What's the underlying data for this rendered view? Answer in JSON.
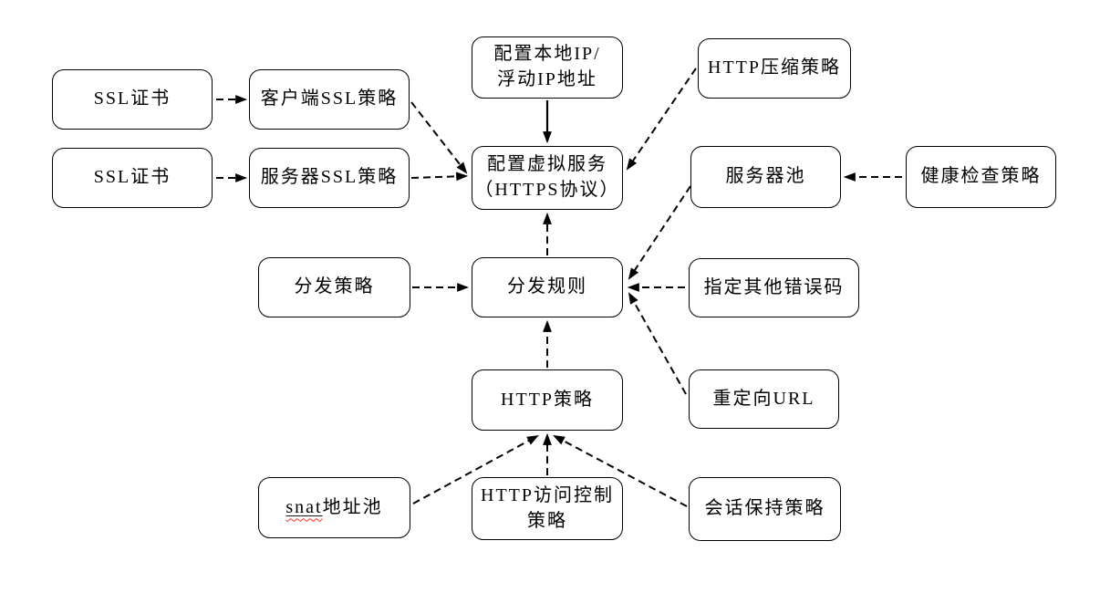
{
  "diagram": {
    "background_color": "#ffffff",
    "line_color": "#000000",
    "spellcheck_underline_color": "#ff3322",
    "nodes": [
      {
        "id": "ssl-cert-1",
        "label": "SSL证书"
      },
      {
        "id": "client-ssl-policy",
        "label": "客户端SSL策略"
      },
      {
        "id": "ssl-cert-2",
        "label": "SSL证书"
      },
      {
        "id": "server-ssl-policy",
        "label": "服务器SSL策略"
      },
      {
        "id": "local-floating-ip",
        "label": "配置本地IP/\n浮动IP地址"
      },
      {
        "id": "virtual-service",
        "label": "配置虚拟服务\n（HTTPS协议）"
      },
      {
        "id": "http-compression-policy",
        "label": "HTTP压缩策略"
      },
      {
        "id": "server-pool",
        "label": "服务器池"
      },
      {
        "id": "health-check-policy",
        "label": "健康检查策略"
      },
      {
        "id": "dispatch-policy",
        "label": "分发策略"
      },
      {
        "id": "dispatch-rule",
        "label": "分发规则"
      },
      {
        "id": "other-error-codes",
        "label": "指定其他错误码"
      },
      {
        "id": "redirect-url",
        "label": "重定向URL"
      },
      {
        "id": "http-policy",
        "label": "HTTP策略"
      },
      {
        "id": "snat-address-pool",
        "label_prefix": "snat",
        "label_suffix": "地址池"
      },
      {
        "id": "http-access-control-policy",
        "label": "HTTP访问控制\n策略"
      },
      {
        "id": "session-persistence-policy",
        "label": "会话保持策略"
      }
    ],
    "edges": [
      {
        "from": "ssl-cert-1",
        "to": "client-ssl-policy",
        "line": "dashed"
      },
      {
        "from": "ssl-cert-2",
        "to": "server-ssl-policy",
        "line": "dashed"
      },
      {
        "from": "client-ssl-policy",
        "to": "virtual-service",
        "line": "dashed"
      },
      {
        "from": "server-ssl-policy",
        "to": "virtual-service",
        "line": "dashed"
      },
      {
        "from": "local-floating-ip",
        "to": "virtual-service",
        "line": "solid"
      },
      {
        "from": "http-compression-policy",
        "to": "virtual-service",
        "line": "dashed"
      },
      {
        "from": "health-check-policy",
        "to": "server-pool",
        "line": "dashed"
      },
      {
        "from": "server-pool",
        "to": "dispatch-rule",
        "line": "dashed"
      },
      {
        "from": "dispatch-policy",
        "to": "dispatch-rule",
        "line": "dashed"
      },
      {
        "from": "other-error-codes",
        "to": "dispatch-rule",
        "line": "dashed"
      },
      {
        "from": "redirect-url",
        "to": "dispatch-rule",
        "line": "dashed"
      },
      {
        "from": "dispatch-rule",
        "to": "virtual-service",
        "line": "dashed"
      },
      {
        "from": "http-policy",
        "to": "dispatch-rule",
        "line": "dashed"
      },
      {
        "from": "snat-address-pool",
        "to": "http-policy",
        "line": "dashed"
      },
      {
        "from": "http-access-control-policy",
        "to": "http-policy",
        "line": "dashed"
      },
      {
        "from": "session-persistence-policy",
        "to": "http-policy",
        "line": "dashed"
      }
    ]
  }
}
